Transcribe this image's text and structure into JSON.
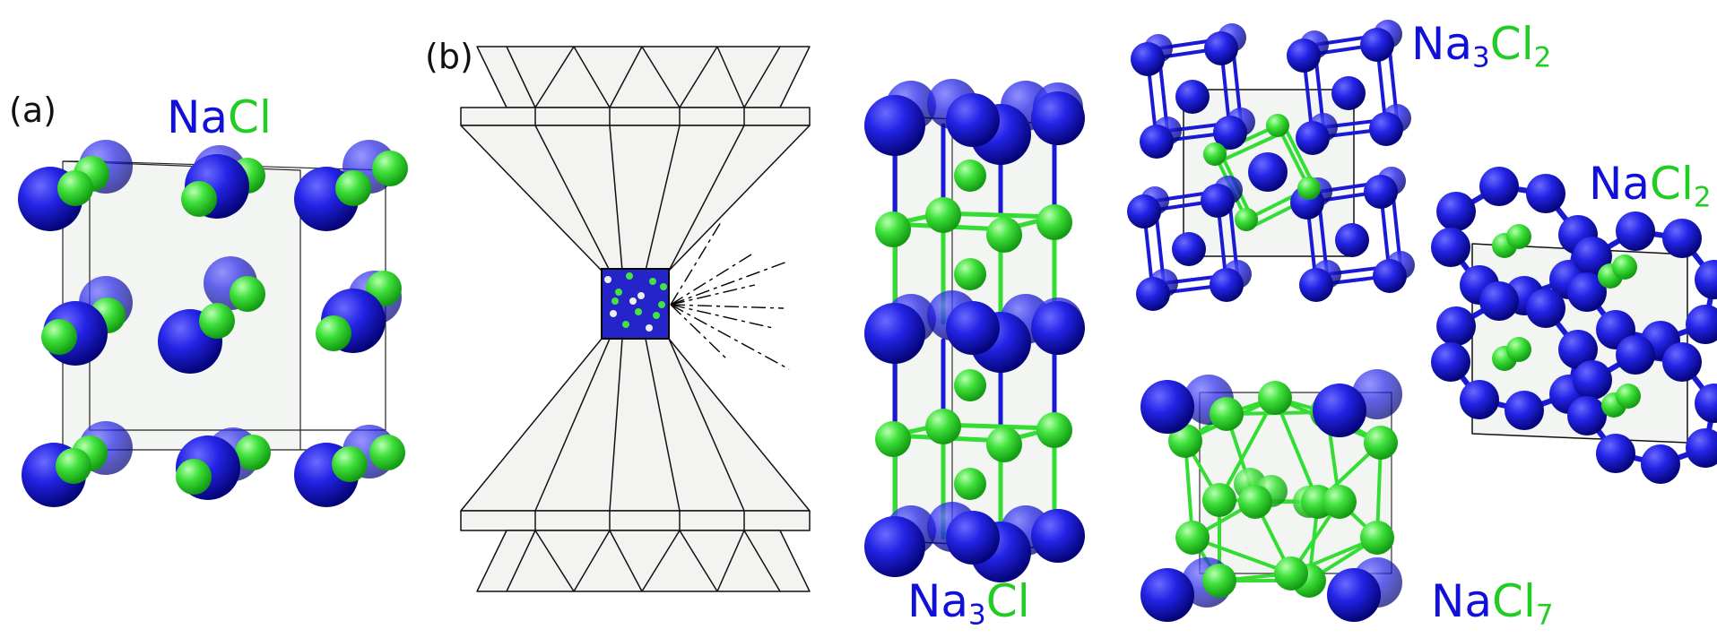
{
  "panels": {
    "a": "(a)",
    "b": "(b)"
  },
  "formulas": {
    "nacl": {
      "na": "Na",
      "cl": "Cl",
      "na_sub": "",
      "cl_sub": ""
    },
    "na3cl": {
      "na": "Na",
      "na_sub": "3",
      "cl": "Cl",
      "cl_sub": ""
    },
    "na3cl2": {
      "na": "Na",
      "na_sub": "3",
      "cl": "Cl",
      "cl_sub": "2"
    },
    "nacl2": {
      "na": "Na",
      "na_sub": "",
      "cl": "Cl",
      "cl_sub": "2"
    },
    "nacl7": {
      "na": "Na",
      "na_sub": "",
      "cl": "Cl",
      "cl_sub": "7"
    }
  },
  "colors": {
    "sodium": "#1a1ad6",
    "chlorine": "#33dd33",
    "cell_fill": "#f2f5f2",
    "anvil_fill": "#f3f4f1",
    "outline": "#111111"
  }
}
